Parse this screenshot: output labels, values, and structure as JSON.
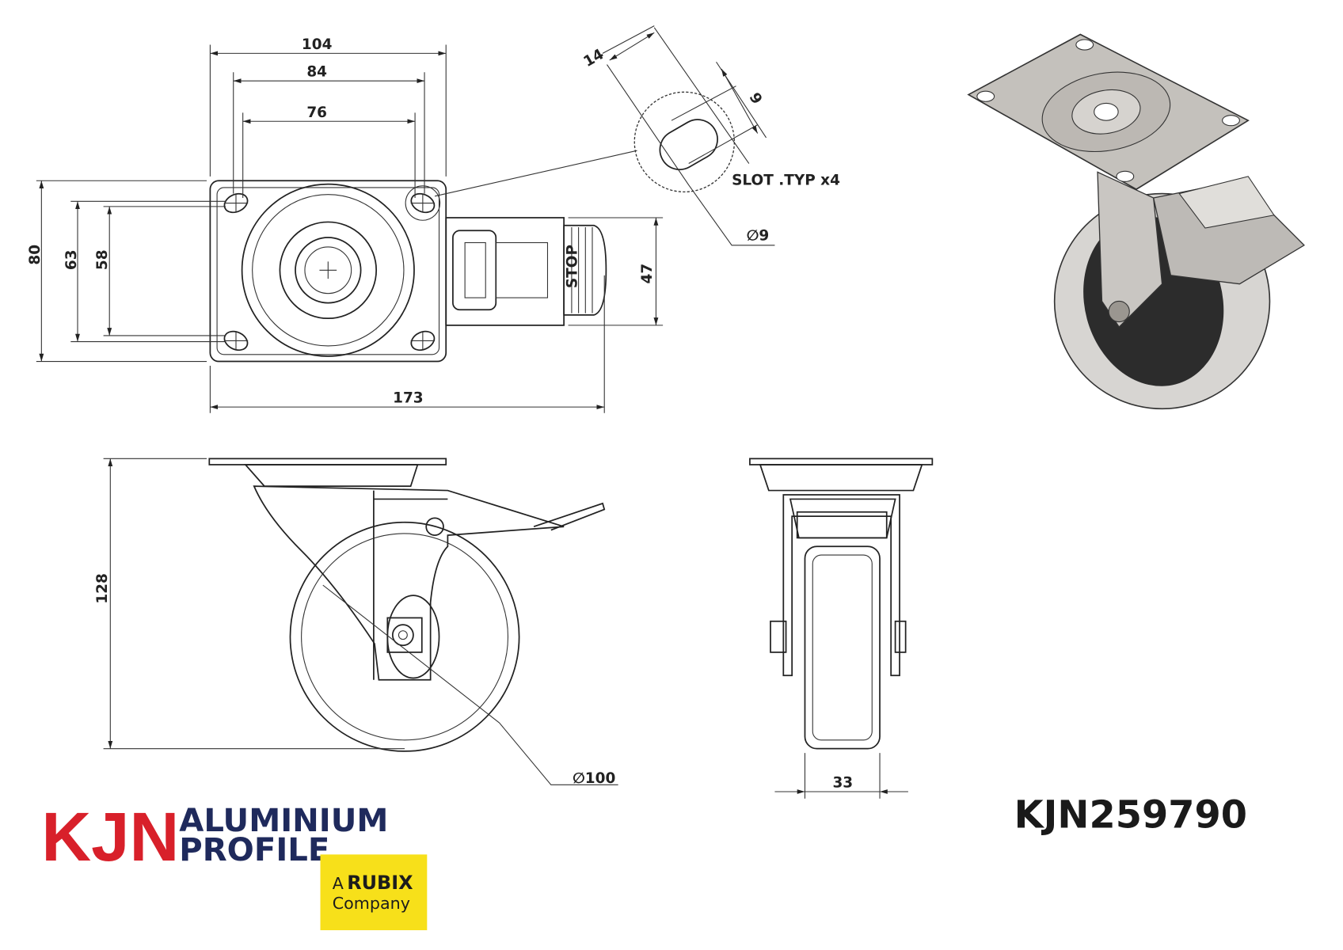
{
  "part_number": "KJN259790",
  "dimensions": {
    "plate_width": "104",
    "hole_spacing_outer": "84",
    "hole_spacing_inner": "76",
    "overall_length": "173",
    "plate_depth": "80",
    "hole_spacing_y_outer": "63",
    "hole_spacing_y_inner": "58",
    "brake_width": "47",
    "slot_length": "14",
    "slot_width": "9",
    "slot_diameter": "∅9",
    "overall_height": "128",
    "wheel_diameter": "∅100",
    "wheel_width": "33"
  },
  "labels": {
    "slot_note": "SLOT .TYP x4",
    "brake_stop": "STOP"
  },
  "logo": {
    "kjn": "KJN",
    "line1": "ALUMINIUM",
    "line2": "PROFILE",
    "rubix_a": "A",
    "rubix": "RUBIX",
    "company": "Company",
    "colors": {
      "red": "#d8202a",
      "navy": "#1f2a5c",
      "yellow": "#f7e01a"
    }
  }
}
